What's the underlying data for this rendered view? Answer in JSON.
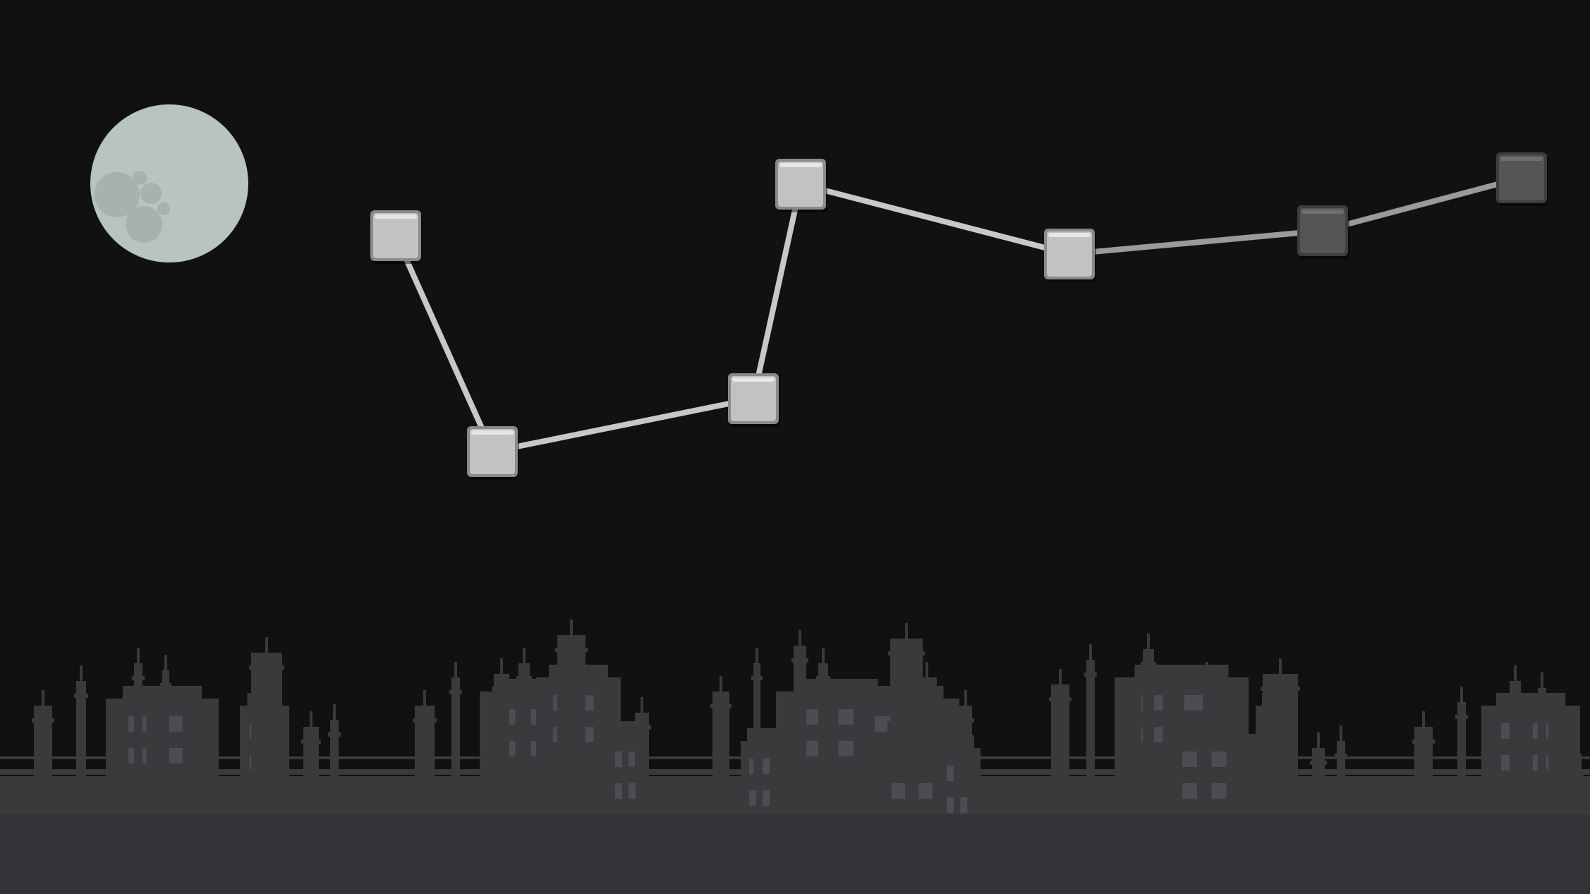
{
  "scene": {
    "background_color": "#111111",
    "moon_color": "#b9c3bf",
    "crater_color": "#a7b1ae",
    "city_color": "#3a393c",
    "city_ground_color": "#333236",
    "window_color": "#4d4c52",
    "path_color": "#c8c8c8"
  },
  "level_map": {
    "nodes": [
      {
        "id": "level-1",
        "state": "unlocked"
      },
      {
        "id": "level-2",
        "state": "unlocked"
      },
      {
        "id": "level-3",
        "state": "unlocked"
      },
      {
        "id": "level-4",
        "state": "unlocked"
      },
      {
        "id": "level-5",
        "state": "unlocked"
      },
      {
        "id": "level-6",
        "state": "locked"
      },
      {
        "id": "level-7",
        "state": "locked"
      }
    ],
    "unlocked_color": "#c2c2c2",
    "locked_color": "#555555"
  }
}
